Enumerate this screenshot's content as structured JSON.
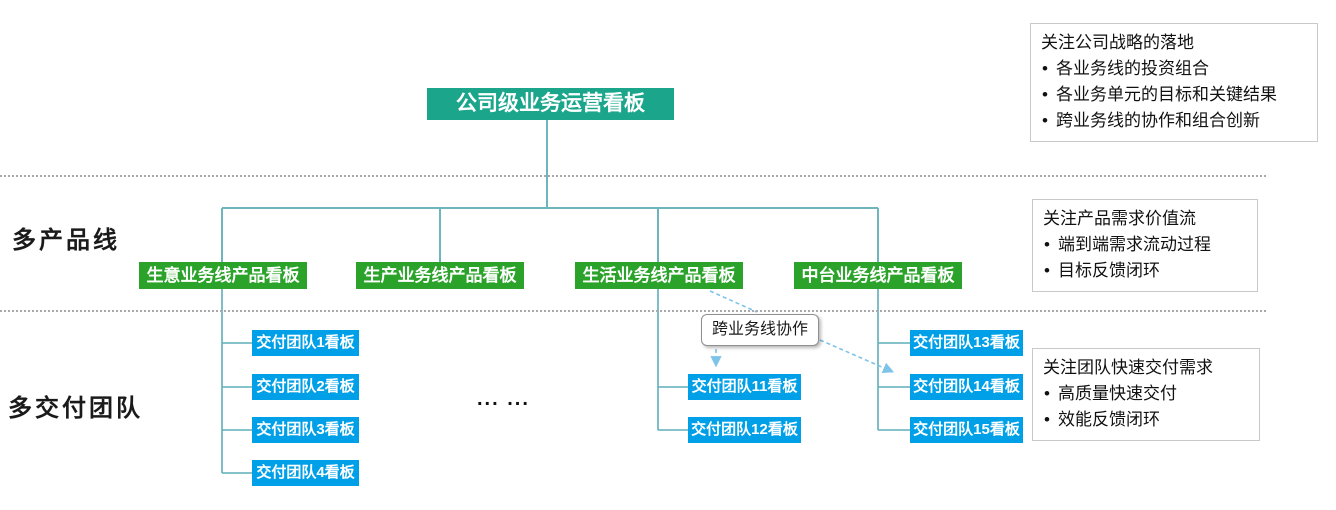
{
  "diagram": {
    "root": {
      "label": "公司级业务运营看板"
    },
    "row_labels": {
      "products": "多产品线",
      "teams": "多交付团队"
    },
    "product_boards": [
      {
        "label": "生意业务线产品看板"
      },
      {
        "label": "生产业务线产品看板"
      },
      {
        "label": "生活业务线产品看板"
      },
      {
        "label": "中台业务线产品看板"
      }
    ],
    "team_boards": {
      "left": [
        "交付团队1看板",
        "交付团队2看板",
        "交付团队3看板",
        "交付团队4看板"
      ],
      "ellipsis": "... ...",
      "middle": [
        "交付团队11看板",
        "交付团队12看板"
      ],
      "right": [
        "交付团队13看板",
        "交付团队14看板",
        "交付团队15看板"
      ]
    },
    "collab_label": "跨业务线协作",
    "side_panels": [
      {
        "title": "关注公司战略的落地",
        "bullets": [
          "各业务线的投资组合",
          "各业务单元的目标和关键结果",
          "跨业务线的协作和组合创新"
        ]
      },
      {
        "title": "关注产品需求价值流",
        "bullets": [
          "端到端需求流动过程",
          "目标反馈闭环"
        ]
      },
      {
        "title": "关注团队快速交付需求",
        "bullets": [
          "高质量快速交付",
          "效能反馈闭环"
        ]
      }
    ],
    "colors": {
      "root_box": "#1BA68C",
      "product_box": "#2BA32B",
      "team_box": "#00A0E8",
      "connector_line": "#6FB5BE",
      "dashed_arrow": "#7EC3E8"
    }
  }
}
